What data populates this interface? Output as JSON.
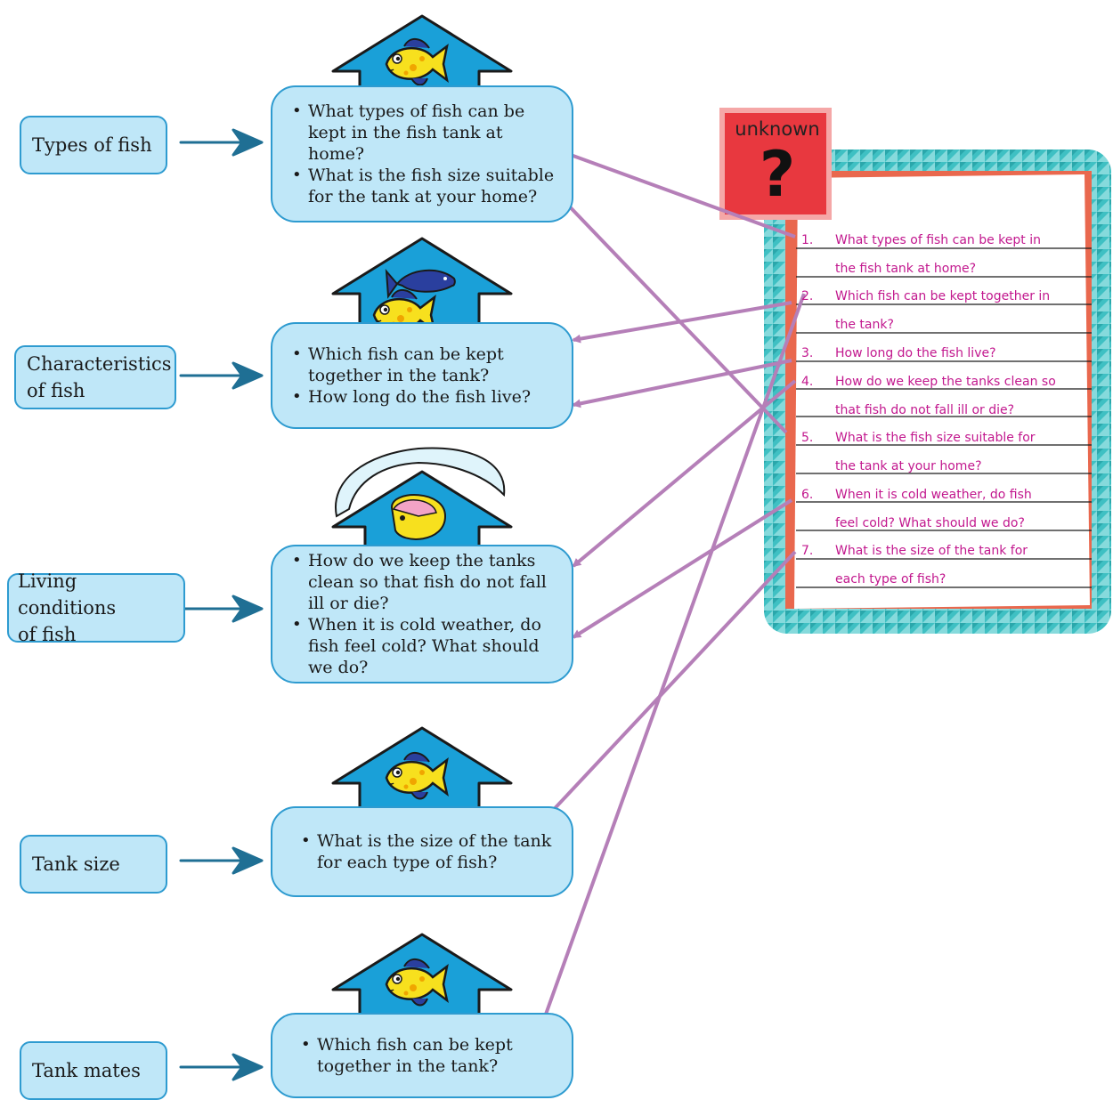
{
  "categories": [
    {
      "label": "Types of fish"
    },
    {
      "label": "Characteristics\nof fish"
    },
    {
      "label": "Living conditions\nof fish"
    },
    {
      "label": "Tank size"
    },
    {
      "label": "Tank mates"
    }
  ],
  "question_boxes": [
    {
      "items": [
        "What types of fish can be kept in the fish tank at home?",
        "What is the fish size suitable for the tank at your home?"
      ]
    },
    {
      "items": [
        "Which fish can be kept together in the tank?",
        "How long do the fish live?"
      ]
    },
    {
      "items": [
        "How do we keep the tanks clean so that fish do not fall ill or die?",
        "When it is cold weather, do fish feel cold? What should we do?"
      ]
    },
    {
      "items": [
        "What is the size of the tank for each type of fish?"
      ]
    },
    {
      "items": [
        "Which fish can be kept together in the tank?"
      ]
    }
  ],
  "unknown_sign": {
    "label": "unknown",
    "mark": "?"
  },
  "notebook": {
    "questions": [
      {
        "num": "1.",
        "line1": "What types of fish can be kept in",
        "line2": "the fish tank at home?"
      },
      {
        "num": "2.",
        "line1": "Which fish can be kept together in",
        "line2": "the tank?"
      },
      {
        "num": "3.",
        "line1": "How long do the fish live?",
        "line2": ""
      },
      {
        "num": "4.",
        "line1": "How do we keep the tanks clean so",
        "line2": "that fish do not fall ill or die?"
      },
      {
        "num": "5.",
        "line1": "What is the fish size suitable for",
        "line2": "the tank at your home?"
      },
      {
        "num": "6.",
        "line1": "When it is cold weather, do fish",
        "line2": "feel cold? What should we do?"
      },
      {
        "num": "7.",
        "line1": "What is the size of the tank for",
        "line2": "each type of fish?"
      }
    ]
  },
  "colors": {
    "box_fill": "#bfe7f8",
    "box_border": "#2e9bd0",
    "house_fill": "#1aa0d8",
    "arrow_blue": "#1f6f94",
    "connector_purple": "#b57fb8",
    "notebook_frame": "#3fc0c3",
    "notebook_paper_back": "#e9684e",
    "unknown_sign_fill": "#e8383f",
    "unknown_sign_border": "#f5a7a7",
    "question_text": "#c2188e",
    "fish_yellow": "#f7e01e",
    "fish_blue": "#2a3f9e"
  }
}
